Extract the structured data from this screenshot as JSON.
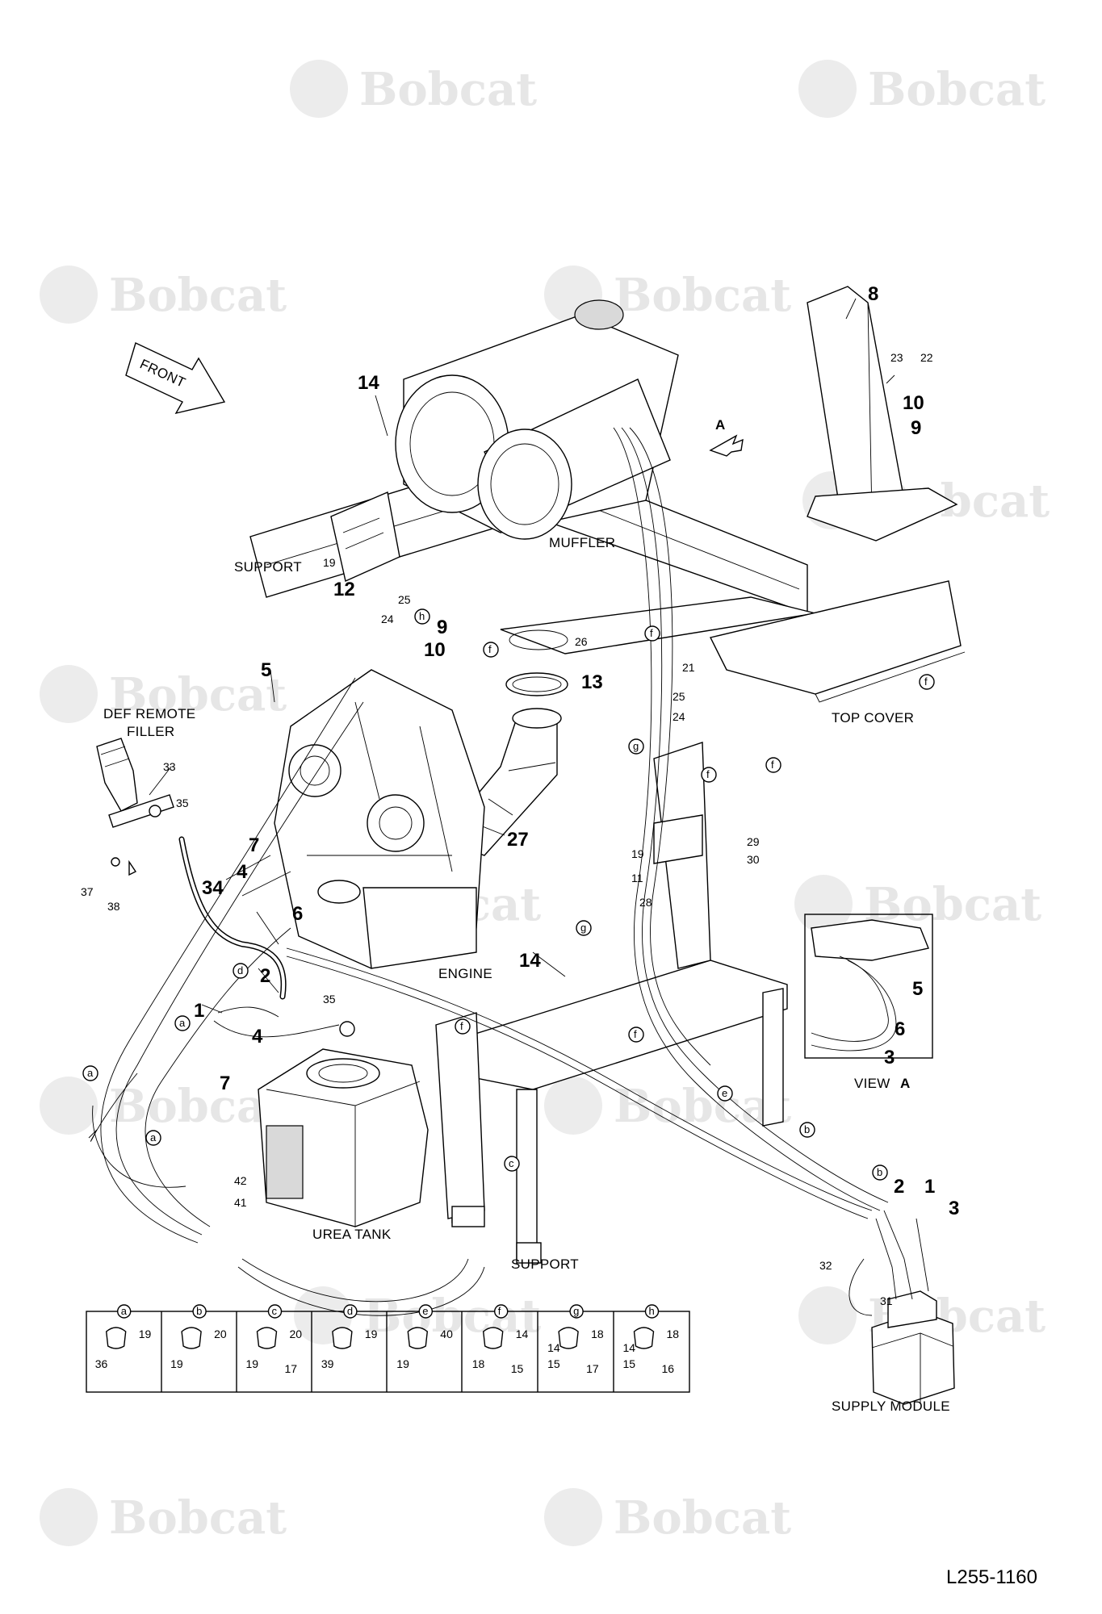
{
  "watermark": {
    "brand": "Bobcat"
  },
  "drawing_number": "L255-1160",
  "labels": {
    "front": "FRONT",
    "muffler": "MUFFLER",
    "support_top": "SUPPORT",
    "top_cover": "TOP COVER",
    "def_remote_filler_1": "DEF REMOTE",
    "def_remote_filler_2": "FILLER",
    "engine": "ENGINE",
    "urea_tank": "UREA TANK",
    "support_bottom": "SUPPORT",
    "supply_module": "SUPPLY MODULE",
    "view_a": "VIEW",
    "view_a_letter": "A",
    "arrow_a": "A"
  },
  "callouts": {
    "c8": "8",
    "c14a": "14",
    "c12": "12",
    "c19a": "19",
    "c25a": "25",
    "c24a": "24",
    "c9a": "9",
    "c10a": "10",
    "c26": "26",
    "c13": "13",
    "c23": "23",
    "c22": "22",
    "c10b": "10",
    "c9b": "9",
    "c21": "21",
    "c25b": "25",
    "c24b": "24",
    "c5": "5",
    "c33": "33",
    "c35a": "35",
    "c7a": "7",
    "c4a": "4",
    "c34": "34",
    "c6": "6",
    "c37": "37",
    "c38": "38",
    "c27": "27",
    "c29": "29",
    "c30": "30",
    "c19b": "19",
    "c11": "11",
    "c28": "28",
    "c14b": "14",
    "c2a": "2",
    "c35b": "35",
    "c1a": "1",
    "c4b": "4",
    "c7b": "7",
    "c42": "42",
    "c41": "41",
    "c5v": "5",
    "c6v": "6",
    "c3v": "3",
    "c2b": "2",
    "c1b": "1",
    "c3b": "3",
    "c32": "32",
    "c31": "31"
  },
  "circle_letters": {
    "h": "h",
    "f1": "f",
    "f2": "f",
    "f3": "f",
    "f4": "f",
    "f5": "f",
    "f6": "f",
    "f7": "f",
    "g1": "g",
    "g2": "g",
    "d": "d",
    "a1": "a",
    "a2": "a",
    "a3": "a",
    "e": "e",
    "b1": "b",
    "b2": "b",
    "c": "c"
  },
  "legend": {
    "cells": [
      {
        "letter": "a",
        "nums": [
          "19",
          "36"
        ]
      },
      {
        "letter": "b",
        "nums": [
          "20",
          "19"
        ]
      },
      {
        "letter": "c",
        "nums": [
          "20",
          "19",
          "17"
        ]
      },
      {
        "letter": "d",
        "nums": [
          "19",
          "39"
        ]
      },
      {
        "letter": "e",
        "nums": [
          "40",
          "19"
        ]
      },
      {
        "letter": "f",
        "nums": [
          "14",
          "18",
          "15"
        ]
      },
      {
        "letter": "g",
        "nums": [
          "18",
          "15",
          "17",
          "14"
        ]
      },
      {
        "letter": "h",
        "nums": [
          "18",
          "15",
          "16",
          "14"
        ]
      }
    ]
  }
}
